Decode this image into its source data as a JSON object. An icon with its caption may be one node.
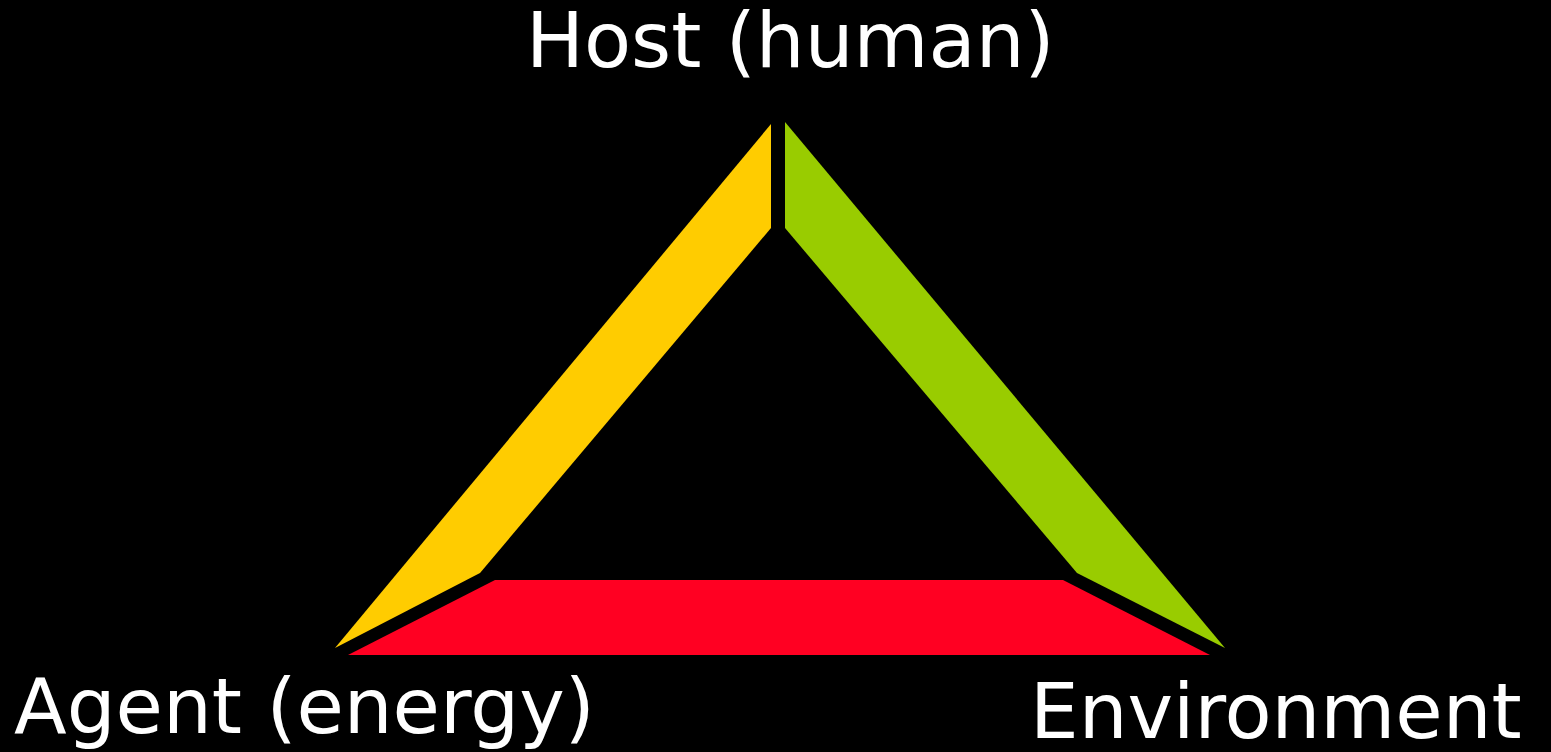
{
  "diagram": {
    "nodes": [
      {
        "text": [
          "Host (human)"
        ]
      },
      {
        "text": [
          "Agent (energy)"
        ]
      },
      {
        "text": [
          "Environment"
        ]
      }
    ],
    "edges": [
      {
        "from": 0,
        "to": 1,
        "arrow": "none",
        "style": "thick",
        "color": "#ffcc00"
      },
      {
        "from": 0,
        "to": 2,
        "arrow": "none",
        "style": "thick",
        "color": "#99cc00"
      },
      {
        "from": 1,
        "to": 2,
        "arrow": "none",
        "style": "thick",
        "color": "#ff0022"
      }
    ]
  }
}
